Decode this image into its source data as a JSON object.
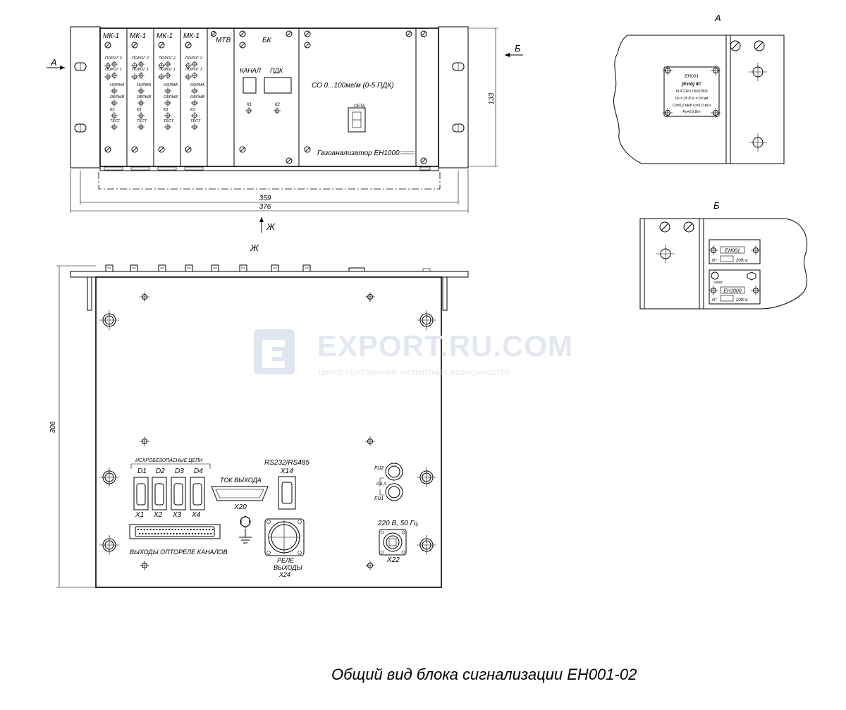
{
  "caption": "Общий вид блока сигнализации ЕН001-02",
  "watermark": {
    "title": "EXPORT.RU.COM",
    "subtitle": "центр притяжения экспортных возможностей",
    "color": "#dfe6f0"
  },
  "views": {
    "view_a_marker": "А",
    "view_b_marker": "Б",
    "view_zh_marker": "Ж"
  },
  "dimensions": {
    "front_height": "133",
    "inner_width": "359",
    "outer_width": "376",
    "rear_depth": "306"
  },
  "front_panel": {
    "modules": [
      "МК-1",
      "МК-1",
      "МК-1",
      "МК-1"
    ],
    "module_labels": [
      "ПОРОГ 2",
      "ПОРОГ 1",
      "НОРМА",
      "ОБРЫВ",
      "К3",
      "ТЕСТ"
    ],
    "mtv": "МТВ",
    "bk": {
      "title": "БК",
      "channel": "КАНАЛ",
      "pdk": "ПДК",
      "k1": "К1",
      "k2": "К2"
    },
    "display": {
      "range": "СО 0...100мг/м (0-5 ПДК)",
      "power": "СЕТЬ",
      "brand": "Газоанализатор ЕН1000"
    }
  },
  "rear_panel": {
    "intrinsic_safe": "ИСКРОБЕЗОПАСНЫЕ ЦЕПИ",
    "d_inputs": [
      "D1",
      "D2",
      "D3",
      "D4"
    ],
    "x_inputs": [
      "X1",
      "X2",
      "X3",
      "X4"
    ],
    "current_out": "ТОК ВЫХОДА",
    "x20": "X20",
    "rs": "RS232/RS485",
    "x14": "X14",
    "relay": [
      "РЕЛЕ",
      "ВЫХОДЫ",
      "X24"
    ],
    "opto": "ВЫХОДЫ ОПТОРЕЛЕ КАНАЛОВ",
    "fu2": "FU2",
    "fu1": "FU1",
    "fuse_rating": "0,5 А",
    "power_label": "220 В, 50 Гц",
    "x22": "X22"
  },
  "detail_a": {
    "plate": [
      "ЕН001",
      "[Exib] IIC",
      "РОССRU.ГБ05.В00",
      "Uo = 18 В   Io = 50 мА",
      "Co=0,2 мкФ Lo=1,0 мГн",
      "Po=0,9 Вт"
    ]
  },
  "detail_b": {
    "plate1": "ЕН001",
    "plate2": "ЕН1000",
    "number_sign": "N°",
    "year_suffix": "200□г",
    "stamp": "АВИЯ"
  }
}
